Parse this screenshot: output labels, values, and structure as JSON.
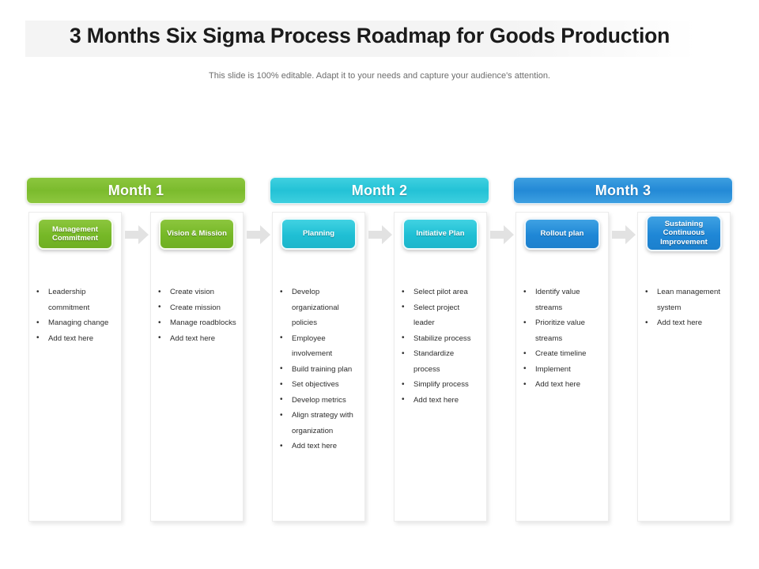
{
  "header": {
    "title": "3 Months Six Sigma Process Roadmap for Goods Production",
    "subtitle": "This slide is 100% editable. Adapt it to your needs and capture your audience's attention."
  },
  "colors": {
    "month1": "#8cc63e",
    "month2": "#23c2d6",
    "month3": "#2389d6",
    "arrow": "#e2e2e2",
    "title_band": "#f4f4f4",
    "body_text": "#2e2e2e"
  },
  "months": [
    {
      "label": "Month 1",
      "color": "#8cc63e"
    },
    {
      "label": "Month 2",
      "color": "#23c2d6"
    },
    {
      "label": "Month 3",
      "color": "#2389d6"
    }
  ],
  "columns": [
    {
      "pill_label": "Management Commitment",
      "month": "Month 1",
      "bullets": [
        "Leadership commitment",
        "Managing change",
        "Add text here"
      ]
    },
    {
      "pill_label": "Vision & Mission",
      "month": "Month 1",
      "bullets": [
        "Create vision",
        "Create mission",
        "Manage roadblocks",
        "Add text here"
      ]
    },
    {
      "pill_label": "Planning",
      "month": "Month 2",
      "bullets": [
        "Develop organizational policies",
        "Employee involvement",
        "Build training plan",
        "Set objectives",
        "Develop metrics",
        "Align strategy with organization",
        "Add text here"
      ]
    },
    {
      "pill_label": "Initiative Plan",
      "month": "Month 2",
      "bullets": [
        "Select pilot area",
        "Select project leader",
        "Stabilize process",
        "Standardize process",
        "Simplify process",
        "Add text here"
      ]
    },
    {
      "pill_label": "Rollout plan",
      "month": "Month 3",
      "bullets": [
        "Identify value streams",
        "Prioritize value streams",
        "Create timeline",
        "Implement",
        "Add text here"
      ]
    },
    {
      "pill_label": "Sustaining Continuous Improvement",
      "month": "Month 3",
      "bullets": [
        "Lean management system",
        "Add text here"
      ]
    }
  ]
}
